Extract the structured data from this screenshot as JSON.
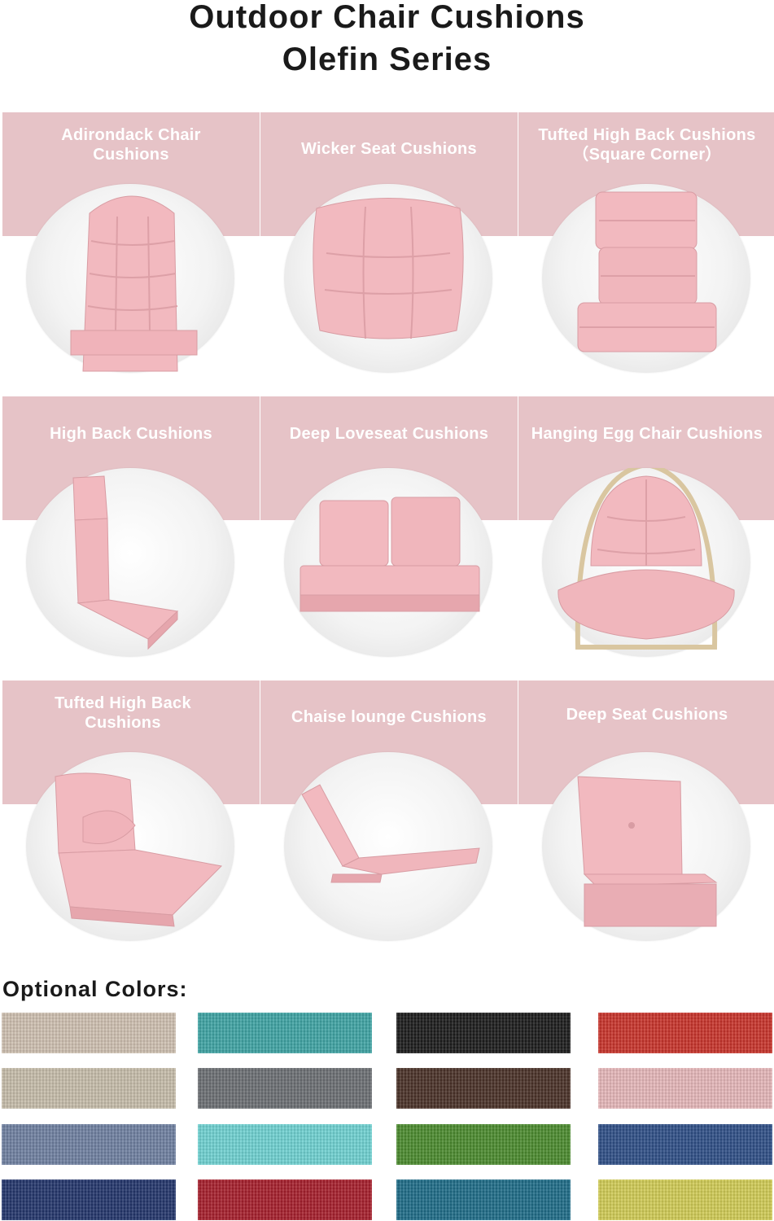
{
  "header": {
    "title_line1": "Outdoor Chair Cushions",
    "title_line2": "Olefin Series"
  },
  "accent_color": "#e6c3c7",
  "cushion_color": "#f0b8be",
  "products": [
    {
      "label": "Adirondack Chair\nCushions",
      "icon": "adirondack-cushion-icon"
    },
    {
      "label": "Wicker Seat Cushions",
      "icon": "wicker-seat-cushion-icon"
    },
    {
      "label": "Tufted High Back Cushions\n（Square Corner）",
      "icon": "tufted-high-back-square-icon"
    },
    {
      "label": "High Back Cushions",
      "icon": "high-back-cushion-icon"
    },
    {
      "label": "Deep Loveseat Cushions",
      "icon": "loveseat-cushion-icon"
    },
    {
      "label": "Hanging Egg Chair Cushions",
      "icon": "egg-chair-cushion-icon"
    },
    {
      "label": "Tufted High Back\nCushions",
      "icon": "tufted-high-back-icon"
    },
    {
      "label": "Chaise lounge Cushions",
      "icon": "chaise-lounge-cushion-icon"
    },
    {
      "label": "Deep Seat Cushions",
      "icon": "deep-seat-cushion-icon"
    }
  ],
  "colors_section": {
    "title": "Optional Colors:",
    "swatches": [
      "#cdbfb0",
      "#3fa3a3",
      "#1c1c1c",
      "#c7342b",
      "#c5bba9",
      "#6b6f73",
      "#4a3228",
      "#e4b6b8",
      "#6f80a0",
      "#6fd0d0",
      "#4b8a2e",
      "#2f4f86",
      "#24366b",
      "#a51f2c",
      "#1f6c87",
      "#cfca55"
    ]
  }
}
